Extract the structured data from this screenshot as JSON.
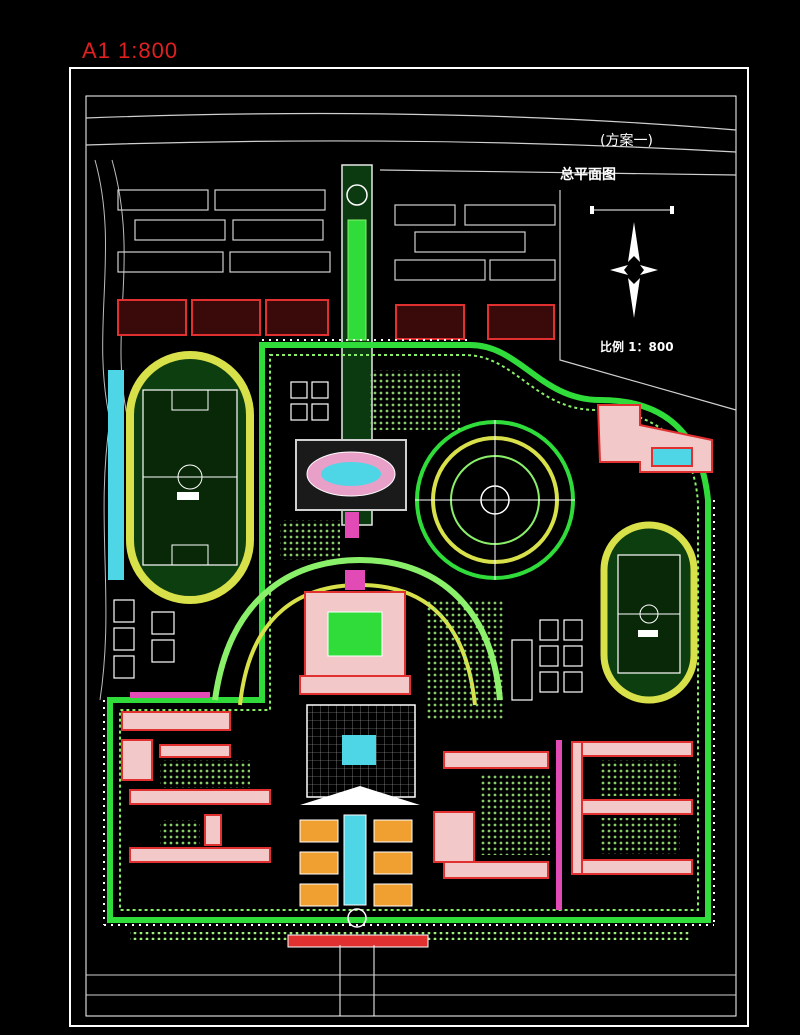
{
  "sheet": {
    "label": "A1   1:800"
  },
  "plan": {
    "scheme": "(方案一)",
    "title": "总平面图",
    "scale_note": "比例 1：800"
  },
  "colors": {
    "background": "#000000",
    "frame": "#ffffff",
    "green": "#2fdc3a",
    "light_green": "#8af06a",
    "dark_green": "#0e6a17",
    "building_red": "#e03030",
    "building_fill": "#f2c8c8",
    "track": "#d8e04a",
    "water": "#4fd6e6",
    "pink": "#e24bb6",
    "label_red": "#e02020"
  },
  "icons": [
    "north-arrow-icon"
  ]
}
